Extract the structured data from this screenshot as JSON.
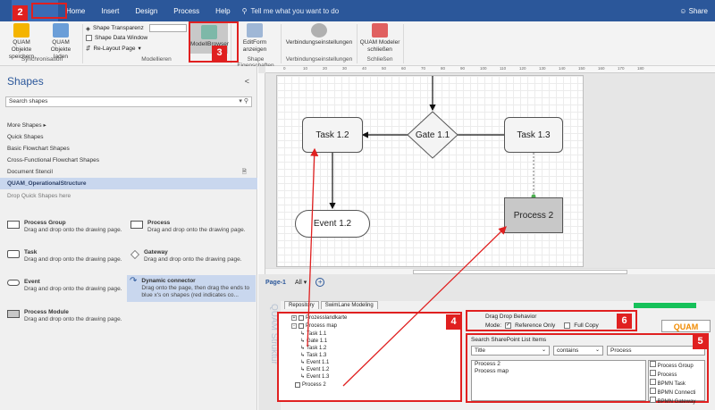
{
  "titlebar": {
    "tabs": [
      "Home",
      "Insert",
      "Design",
      "Process",
      "Help"
    ],
    "tell_me": "Tell me what you want to do",
    "share": "Share"
  },
  "ribbon": {
    "synch": {
      "save": "QUAM Objekte speichern",
      "load": "QUAM Objekte laden",
      "group": "Synchronisation"
    },
    "model": {
      "transparent": "Shape Transparenz",
      "data_window": "Shape Data Window",
      "relayout": "Re-Layout Page",
      "group": "Modellieren"
    },
    "browser": "ModellBrowser",
    "edit": {
      "label": "EditForm anzeigen",
      "group": "Shape Eigenschaften"
    },
    "conn": {
      "label": "Verbindungseinstellungen",
      "group": "Verbindungseinstellungen"
    },
    "close": {
      "label": "QUAM Modeler schließen",
      "group": "Schließen"
    }
  },
  "shapes": {
    "title": "Shapes",
    "search_placeholder": "Search shapes",
    "list": [
      "More Shapes",
      "Quick Shapes",
      "Basic Flowchart Shapes",
      "Cross-Functional Flowchart Shapes",
      "Document Stencil",
      "QUAM_OperationalStructure"
    ],
    "drop_hint": "Drop Quick Shapes here",
    "masters": [
      {
        "title": "Process Group",
        "desc": "Drag and drop onto the drawing page."
      },
      {
        "title": "Process",
        "desc": "Drag and drop onto the drawing page."
      },
      {
        "title": "Task",
        "desc": "Drag and drop onto the drawing page."
      },
      {
        "title": "Gateway",
        "desc": "Drag and drop onto the drawing page."
      },
      {
        "title": "Event",
        "desc": "Drag and drop onto the drawing page."
      },
      {
        "title": "Dynamic connector",
        "desc": "Drag onto the page, then drag the ends to blue x's on shapes (red indicates co..."
      },
      {
        "title": "Process Module",
        "desc": "Drag and drop onto the drawing page."
      }
    ]
  },
  "diagram": {
    "task12": "Task 1.2",
    "gate": "Gate 1.1",
    "task13": "Task 1.3",
    "event12": "Event 1.2",
    "process2": "Process 2"
  },
  "ruler_ticks": [
    "0",
    "10",
    "20",
    "30",
    "40",
    "50",
    "60",
    "70",
    "80",
    "90",
    "100",
    "110",
    "120",
    "130",
    "140",
    "150",
    "160",
    "170",
    "180"
  ],
  "pages": {
    "page1": "Page-1",
    "all": "All"
  },
  "dock": {
    "vertical_title": "QUAM Struktur",
    "tabs": [
      "Repository",
      "SwimLane Modeling"
    ],
    "tree": [
      "Prozesslandkarte",
      "Process map",
      "Task 1.1",
      "Gate 1.1",
      "Task 1.2",
      "Task 1.3",
      "Event 1.1",
      "Event 1.2",
      "Event 1.3",
      "Process 2"
    ],
    "behavior": {
      "title": "Drag  Drop Behavior",
      "mode": "Mode:",
      "ref": "Reference Only",
      "full": "Full Copy"
    },
    "sp": {
      "title": "Search SharePoint List Items",
      "field": "Title",
      "op": "contains",
      "value": "Process",
      "results": [
        "Process 2",
        "Process map"
      ],
      "types": [
        "Process Group",
        "Process",
        "BPMN Task",
        "BPMN Connecti",
        "BPMN Gateway"
      ]
    },
    "logo": "QUAM"
  },
  "badges": [
    "2",
    "3",
    "4",
    "5",
    "6"
  ]
}
